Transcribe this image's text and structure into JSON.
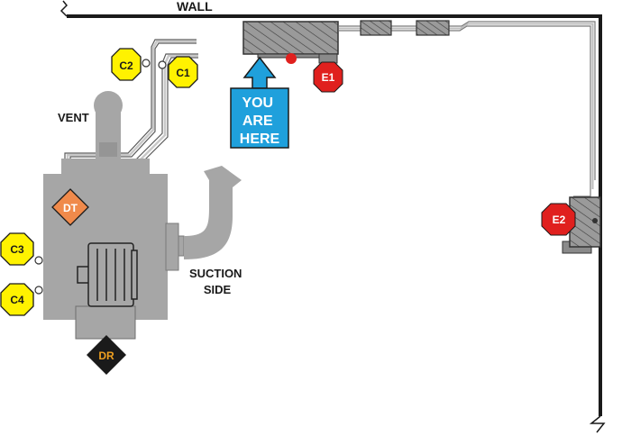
{
  "labels": {
    "wall": "WALL",
    "vent": "VENT",
    "suction_side_line1": "SUCTION",
    "suction_side_line2": "SIDE",
    "you_are_here_line1": "YOU",
    "you_are_here_line2": "ARE",
    "you_are_here_line3": "HERE"
  },
  "markers": {
    "c1": "C1",
    "c2": "C2",
    "c3": "C3",
    "c4": "C4",
    "e1": "E1",
    "e2": "E2",
    "dt": "DT",
    "dr": "DR"
  },
  "colors": {
    "machine_gray": "#a6a6a6",
    "dark_gray": "#6f6f6f",
    "wall_line": "#1a1a1a",
    "caution_yellow": "#fff200",
    "stop_red": "#e0201e",
    "detector_orange": "#f08a4b",
    "diamond_black": "#1a1a1a",
    "arrow_blue": "#1fa0dc"
  }
}
